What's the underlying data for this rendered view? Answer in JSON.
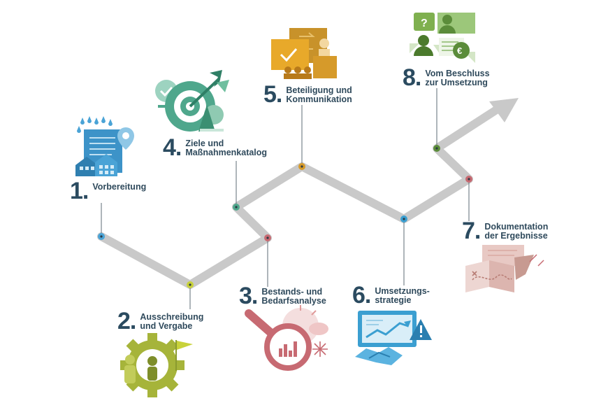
{
  "colors": {
    "road": "#c9c9c9",
    "text": "#2f4a5c",
    "blue": "#4aa3d6",
    "olive": "#a6b43a",
    "teal": "#4fa78c",
    "rose": "#c76a72",
    "amber": "#d69a2a",
    "sky": "#3b9fd1",
    "green": "#5b8c3a"
  },
  "steps": [
    {
      "num": "1.",
      "lines": [
        "Vorbereitung"
      ],
      "icon": "document-building-icon",
      "color": "blue"
    },
    {
      "num": "2.",
      "lines": [
        "Ausschreibung",
        "und Vergabe"
      ],
      "icon": "gear-people-icon",
      "color": "olive"
    },
    {
      "num": "3.",
      "lines": [
        "Bestands- und",
        "Bedarfsanalyse"
      ],
      "icon": "magnifier-weather-icon",
      "color": "rose"
    },
    {
      "num": "4.",
      "lines": [
        "Ziele und",
        "Maßnahmenkatalog"
      ],
      "icon": "target-arrow-icon",
      "color": "teal"
    },
    {
      "num": "5.",
      "lines": [
        "Beteiligung und",
        "Kommunikation"
      ],
      "icon": "presentation-people-icon",
      "color": "amber"
    },
    {
      "num": "6.",
      "lines": [
        "Umsetzungs-",
        "strategie"
      ],
      "icon": "handshake-screen-icon",
      "color": "sky"
    },
    {
      "num": "7.",
      "lines": [
        "Dokumentation",
        "der Ergebnisse"
      ],
      "icon": "folded-map-icon",
      "color": "rose"
    },
    {
      "num": "8.",
      "lines": [
        "Vom Beschluss",
        "zur Umsetzung"
      ],
      "icon": "discussion-euro-icon",
      "color": "green"
    }
  ]
}
